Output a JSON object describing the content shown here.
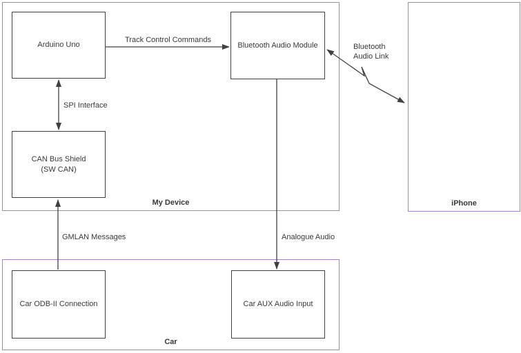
{
  "diagram": {
    "title_hint": "Bluetooth car audio control system block diagram",
    "containers": {
      "my_device": {
        "label": "My Device"
      },
      "iphone": {
        "label": "iPhone"
      },
      "car": {
        "label": "Car"
      }
    },
    "nodes": {
      "arduino": {
        "label": "Arduino Uno"
      },
      "bluetooth_module": {
        "label": "Bluetooth Audio Module"
      },
      "can_bus_shield": {
        "label_line1": "CAN Bus Shield",
        "label_line2": "(SW CAN)"
      },
      "car_obd": {
        "label": "Car ODB-II Connection"
      },
      "car_aux": {
        "label": "Car AUX Audio Input"
      }
    },
    "connections": {
      "track_control": {
        "label": "Track Control Commands",
        "from": "Arduino Uno",
        "to": "Bluetooth Audio Module",
        "arrows": "single"
      },
      "spi": {
        "label": "SPI Interface",
        "from": "Arduino Uno",
        "to": "CAN Bus Shield (SW CAN)",
        "arrows": "double"
      },
      "bluetooth_link": {
        "label_line1": "Bluetooth",
        "label_line2": "Audio Link",
        "from": "Bluetooth Audio Module",
        "to": "iPhone",
        "arrows": "double",
        "style": "zigzag"
      },
      "gmlan": {
        "label": "GMLAN Messages",
        "from": "Car ODB-II Connection",
        "to": "CAN Bus Shield (SW CAN)",
        "arrows": "single"
      },
      "analogue": {
        "label": "Analogue Audio",
        "from": "Bluetooth Audio Module",
        "to": "Car AUX Audio Input",
        "arrows": "single"
      }
    },
    "colors": {
      "container_border": "#a87fc8",
      "node_border": "#404040",
      "connector": "#404040",
      "text": "#383838",
      "background": "#ffffff"
    }
  }
}
